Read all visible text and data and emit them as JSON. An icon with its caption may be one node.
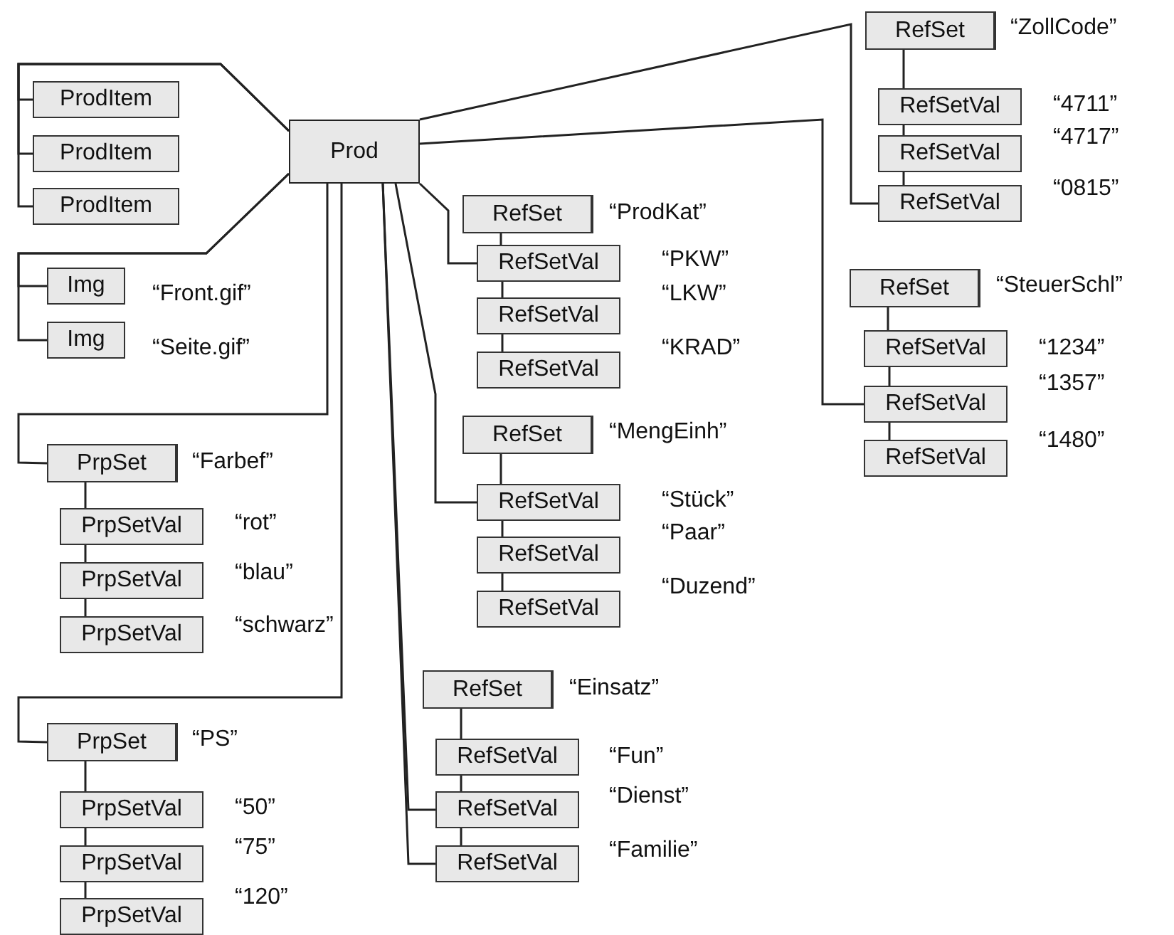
{
  "diagram": {
    "nodes": [
      {
        "text": [
          "Prod"
        ]
      },
      {
        "text": [
          "ProdItem"
        ]
      },
      {
        "text": [
          "ProdItem"
        ]
      },
      {
        "text": [
          "ProdItem"
        ]
      },
      {
        "text": [
          "Img"
        ],
        "beside": [
          "“Front.gif”"
        ]
      },
      {
        "text": [
          "Img"
        ],
        "beside": [
          "“Seite.gif”"
        ]
      },
      {
        "text": [
          "PrpSet"
        ],
        "beside": [
          "“Farbef”"
        ]
      },
      {
        "text": [
          "PrpSetVal"
        ],
        "beside": [
          "“rot”"
        ]
      },
      {
        "text": [
          "PrpSetVal"
        ],
        "beside": [
          "“blau”"
        ]
      },
      {
        "text": [
          "PrpSetVal"
        ],
        "beside": [
          "“schwarz”"
        ]
      },
      {
        "text": [
          "PrpSet"
        ],
        "beside": [
          "“PS”"
        ]
      },
      {
        "text": [
          "PrpSetVal"
        ],
        "beside": [
          "“50”"
        ]
      },
      {
        "text": [
          "PrpSetVal"
        ],
        "beside": [
          "“75”"
        ]
      },
      {
        "text": [
          "PrpSetVal"
        ],
        "beside": [
          "“120”"
        ]
      },
      {
        "text": [
          "RefSet"
        ],
        "beside": [
          "“ZollCode”"
        ]
      },
      {
        "text": [
          "RefSetVal"
        ],
        "beside": [
          "“4711”"
        ]
      },
      {
        "text": [
          "RefSetVal"
        ],
        "beside": [
          "“4717”"
        ]
      },
      {
        "text": [
          "RefSetVal"
        ],
        "beside": [
          "“0815”"
        ]
      },
      {
        "text": [
          "RefSet"
        ],
        "beside": [
          "“ProdKat”"
        ]
      },
      {
        "text": [
          "RefSetVal"
        ],
        "beside": [
          "“PKW”"
        ]
      },
      {
        "text": [
          "RefSetVal"
        ],
        "beside": [
          "“LKW”"
        ]
      },
      {
        "text": [
          "RefSetVal"
        ],
        "beside": [
          "“KRAD”"
        ]
      },
      {
        "text": [
          "RefSet"
        ],
        "beside": [
          "“SteuerSchl”"
        ]
      },
      {
        "text": [
          "RefSetVal"
        ],
        "beside": [
          "“1234”"
        ]
      },
      {
        "text": [
          "RefSetVal"
        ],
        "beside": [
          "“1357”"
        ]
      },
      {
        "text": [
          "RefSetVal"
        ],
        "beside": [
          "“1480”"
        ]
      },
      {
        "text": [
          "RefSet"
        ],
        "beside": [
          "“MengEinh”"
        ]
      },
      {
        "text": [
          "RefSetVal"
        ],
        "beside": [
          "“Stück”"
        ]
      },
      {
        "text": [
          "RefSetVal"
        ],
        "beside": [
          "“Paar”"
        ]
      },
      {
        "text": [
          "RefSetVal"
        ],
        "beside": [
          "“Duzend”"
        ]
      },
      {
        "text": [
          "RefSet"
        ],
        "beside": [
          "“Einsatz”"
        ]
      },
      {
        "text": [
          "RefSetVal"
        ],
        "beside": [
          "“Fun”"
        ]
      },
      {
        "text": [
          "RefSetVal"
        ],
        "beside": [
          "“Dienst”"
        ]
      },
      {
        "text": [
          "RefSetVal"
        ],
        "beside": [
          "“Familie”"
        ]
      }
    ],
    "edges": [
      {
        "from": 0,
        "to": 1,
        "arrow": "none"
      },
      {
        "from": 0,
        "to": 2,
        "arrow": "none"
      },
      {
        "from": 0,
        "to": 3,
        "arrow": "none"
      },
      {
        "from": 0,
        "to": 4,
        "arrow": "none"
      },
      {
        "from": 0,
        "to": 5,
        "arrow": "none"
      },
      {
        "from": 0,
        "to": 6,
        "arrow": "none"
      },
      {
        "from": 0,
        "to": 10,
        "arrow": "none"
      },
      {
        "from": 0,
        "to": 17,
        "arrow": "none"
      },
      {
        "from": 0,
        "to": 24,
        "arrow": "none"
      },
      {
        "from": 0,
        "to": 19,
        "arrow": "none"
      },
      {
        "from": 0,
        "to": 27,
        "arrow": "none"
      },
      {
        "from": 0,
        "to": 32,
        "arrow": "none"
      },
      {
        "from": 0,
        "to": 33,
        "arrow": "none"
      },
      {
        "from": 6,
        "to": 7,
        "arrow": "none"
      },
      {
        "from": 7,
        "to": 8,
        "arrow": "none"
      },
      {
        "from": 8,
        "to": 9,
        "arrow": "none"
      },
      {
        "from": 10,
        "to": 11,
        "arrow": "none"
      },
      {
        "from": 11,
        "to": 12,
        "arrow": "none"
      },
      {
        "from": 12,
        "to": 13,
        "arrow": "none"
      },
      {
        "from": 14,
        "to": 15,
        "arrow": "none"
      },
      {
        "from": 15,
        "to": 16,
        "arrow": "none"
      },
      {
        "from": 16,
        "to": 17,
        "arrow": "none"
      },
      {
        "from": 18,
        "to": 19,
        "arrow": "none"
      },
      {
        "from": 19,
        "to": 20,
        "arrow": "none"
      },
      {
        "from": 20,
        "to": 21,
        "arrow": "none"
      },
      {
        "from": 22,
        "to": 23,
        "arrow": "none"
      },
      {
        "from": 23,
        "to": 24,
        "arrow": "none"
      },
      {
        "from": 24,
        "to": 25,
        "arrow": "none"
      },
      {
        "from": 26,
        "to": 27,
        "arrow": "none"
      },
      {
        "from": 27,
        "to": 28,
        "arrow": "none"
      },
      {
        "from": 28,
        "to": 29,
        "arrow": "none"
      },
      {
        "from": 30,
        "to": 31,
        "arrow": "none"
      },
      {
        "from": 31,
        "to": 32,
        "arrow": "none"
      },
      {
        "from": 32,
        "to": 33,
        "arrow": "none"
      }
    ]
  }
}
